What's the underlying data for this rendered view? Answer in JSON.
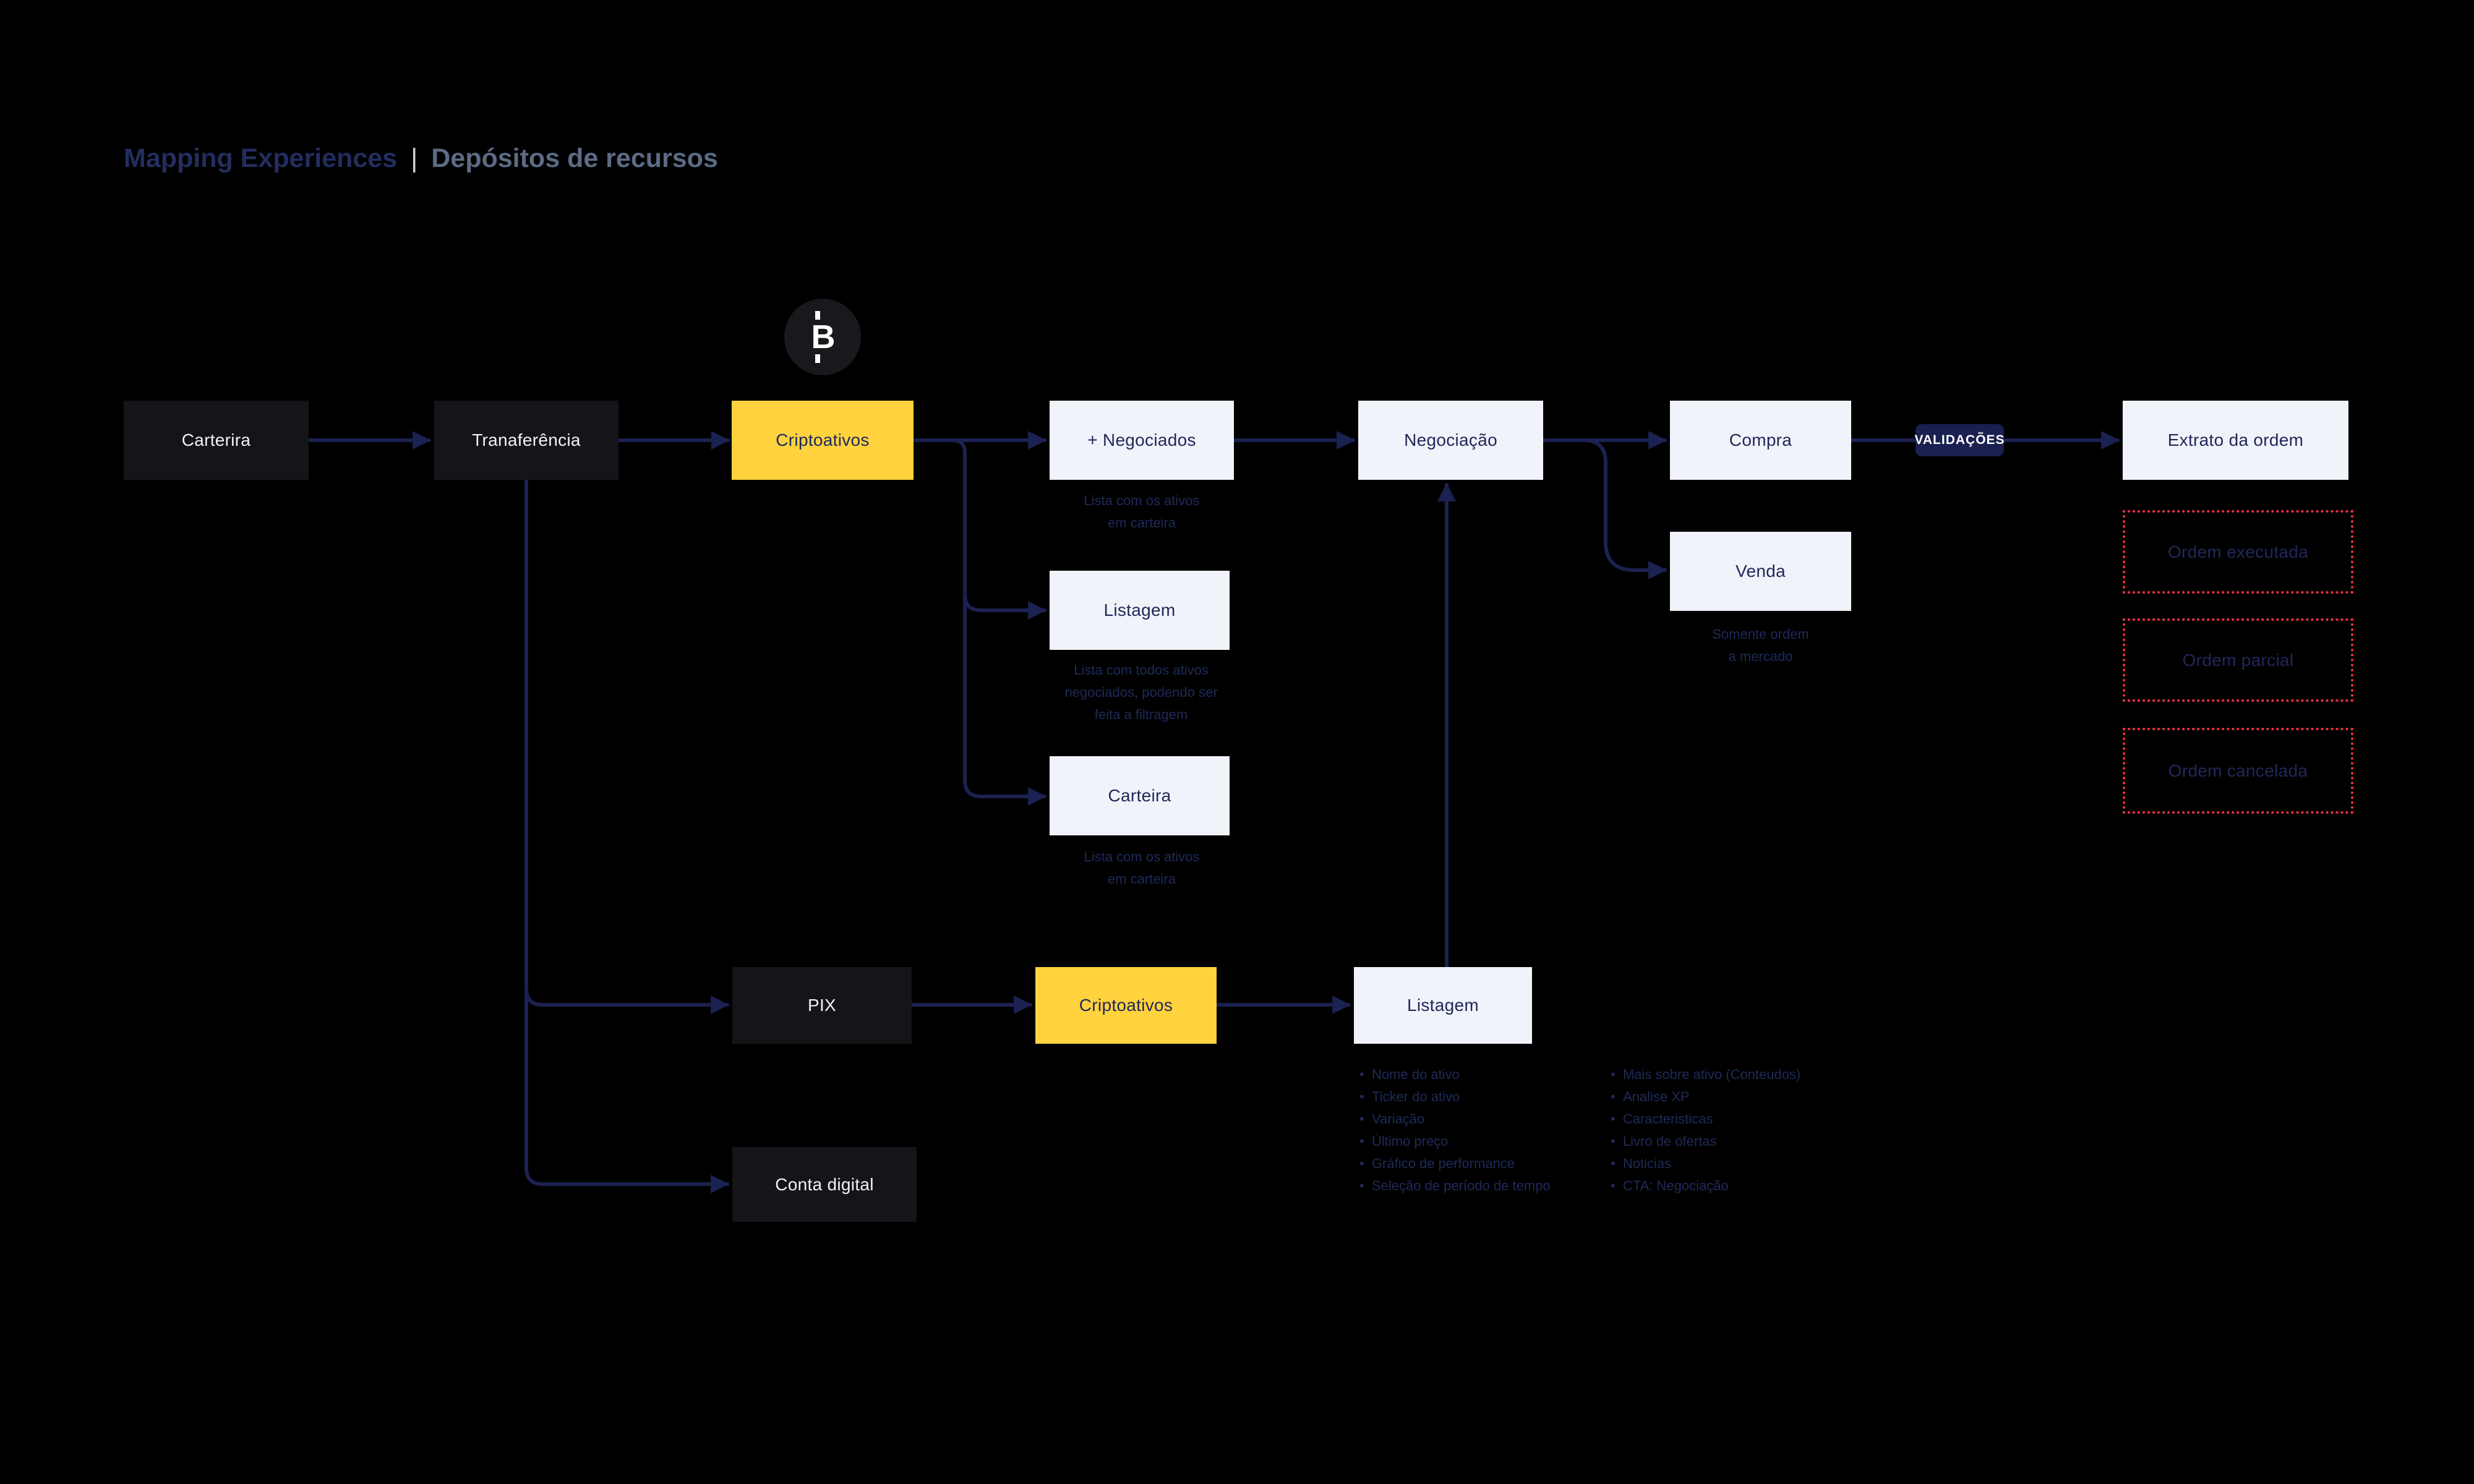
{
  "title": {
    "primary": "Mapping Experiences",
    "separator": "|",
    "secondary": "Depósitos de recursos"
  },
  "icons": {
    "bitcoin_letter": "B"
  },
  "nodes": {
    "carterira": {
      "label": "Carterira"
    },
    "tranaferencia": {
      "label": "Tranaferência"
    },
    "criptoativos_1": {
      "label": "Criptoativos"
    },
    "negociados": {
      "label": "+ Negociados"
    },
    "listagem_1": {
      "label": "Listagem"
    },
    "carteira": {
      "label": "Carteira"
    },
    "negociacao": {
      "label": "Negociação"
    },
    "compra": {
      "label": "Compra"
    },
    "venda": {
      "label": "Venda"
    },
    "extrato": {
      "label": "Extrato da ordem"
    },
    "ordem_executada": {
      "label": "Ordem executada"
    },
    "ordem_parcial": {
      "label": "Ordem parcial"
    },
    "ordem_cancelada": {
      "label": "Ordem cancelada"
    },
    "pix": {
      "label": "PIX"
    },
    "criptoativos_2": {
      "label": "Criptoativos"
    },
    "listagem_2": {
      "label": "Listagem"
    },
    "conta_digital": {
      "label": "Conta digital"
    }
  },
  "badge": {
    "label": "VALIDAÇÕES"
  },
  "captions": {
    "negociados": {
      "lines": [
        "Lista com os ativos",
        "em carteira"
      ]
    },
    "listagem_1": {
      "lines": [
        "Lista com todos ativos",
        "negociados, podendo ser",
        "feita a filtragem"
      ]
    },
    "carteira": {
      "lines": [
        "Lista com os ativos",
        "em carteira"
      ]
    },
    "venda": {
      "lines": [
        "Somente ordem",
        "a mercado"
      ]
    }
  },
  "bullets": {
    "col1": {
      "items": [
        "Nome do ativo",
        "Ticker do ativo",
        "Variação",
        "Último preço",
        "Gráfico de performance",
        "Seleção de período de tempo"
      ]
    },
    "col2": {
      "items": [
        "Mais sobre ativo (Conteudos)",
        "Analise XP",
        "Caracteristicas",
        "Livro de ofertas",
        "Noticias",
        "CTA: Negociação"
      ]
    }
  },
  "colors": {
    "background": "#000000",
    "arrow": "#1b2150",
    "yellow_box": "#ffd23e",
    "light_box": "#f1f3fa",
    "dark_box": "#151519",
    "navy_text": "#20285a",
    "caption_text": "#1f2a58",
    "red_dashed": "#fb3142",
    "badge_bg": "#1a2150",
    "title_primary": "#232e5e",
    "title_secondary": "#5d6b84"
  }
}
